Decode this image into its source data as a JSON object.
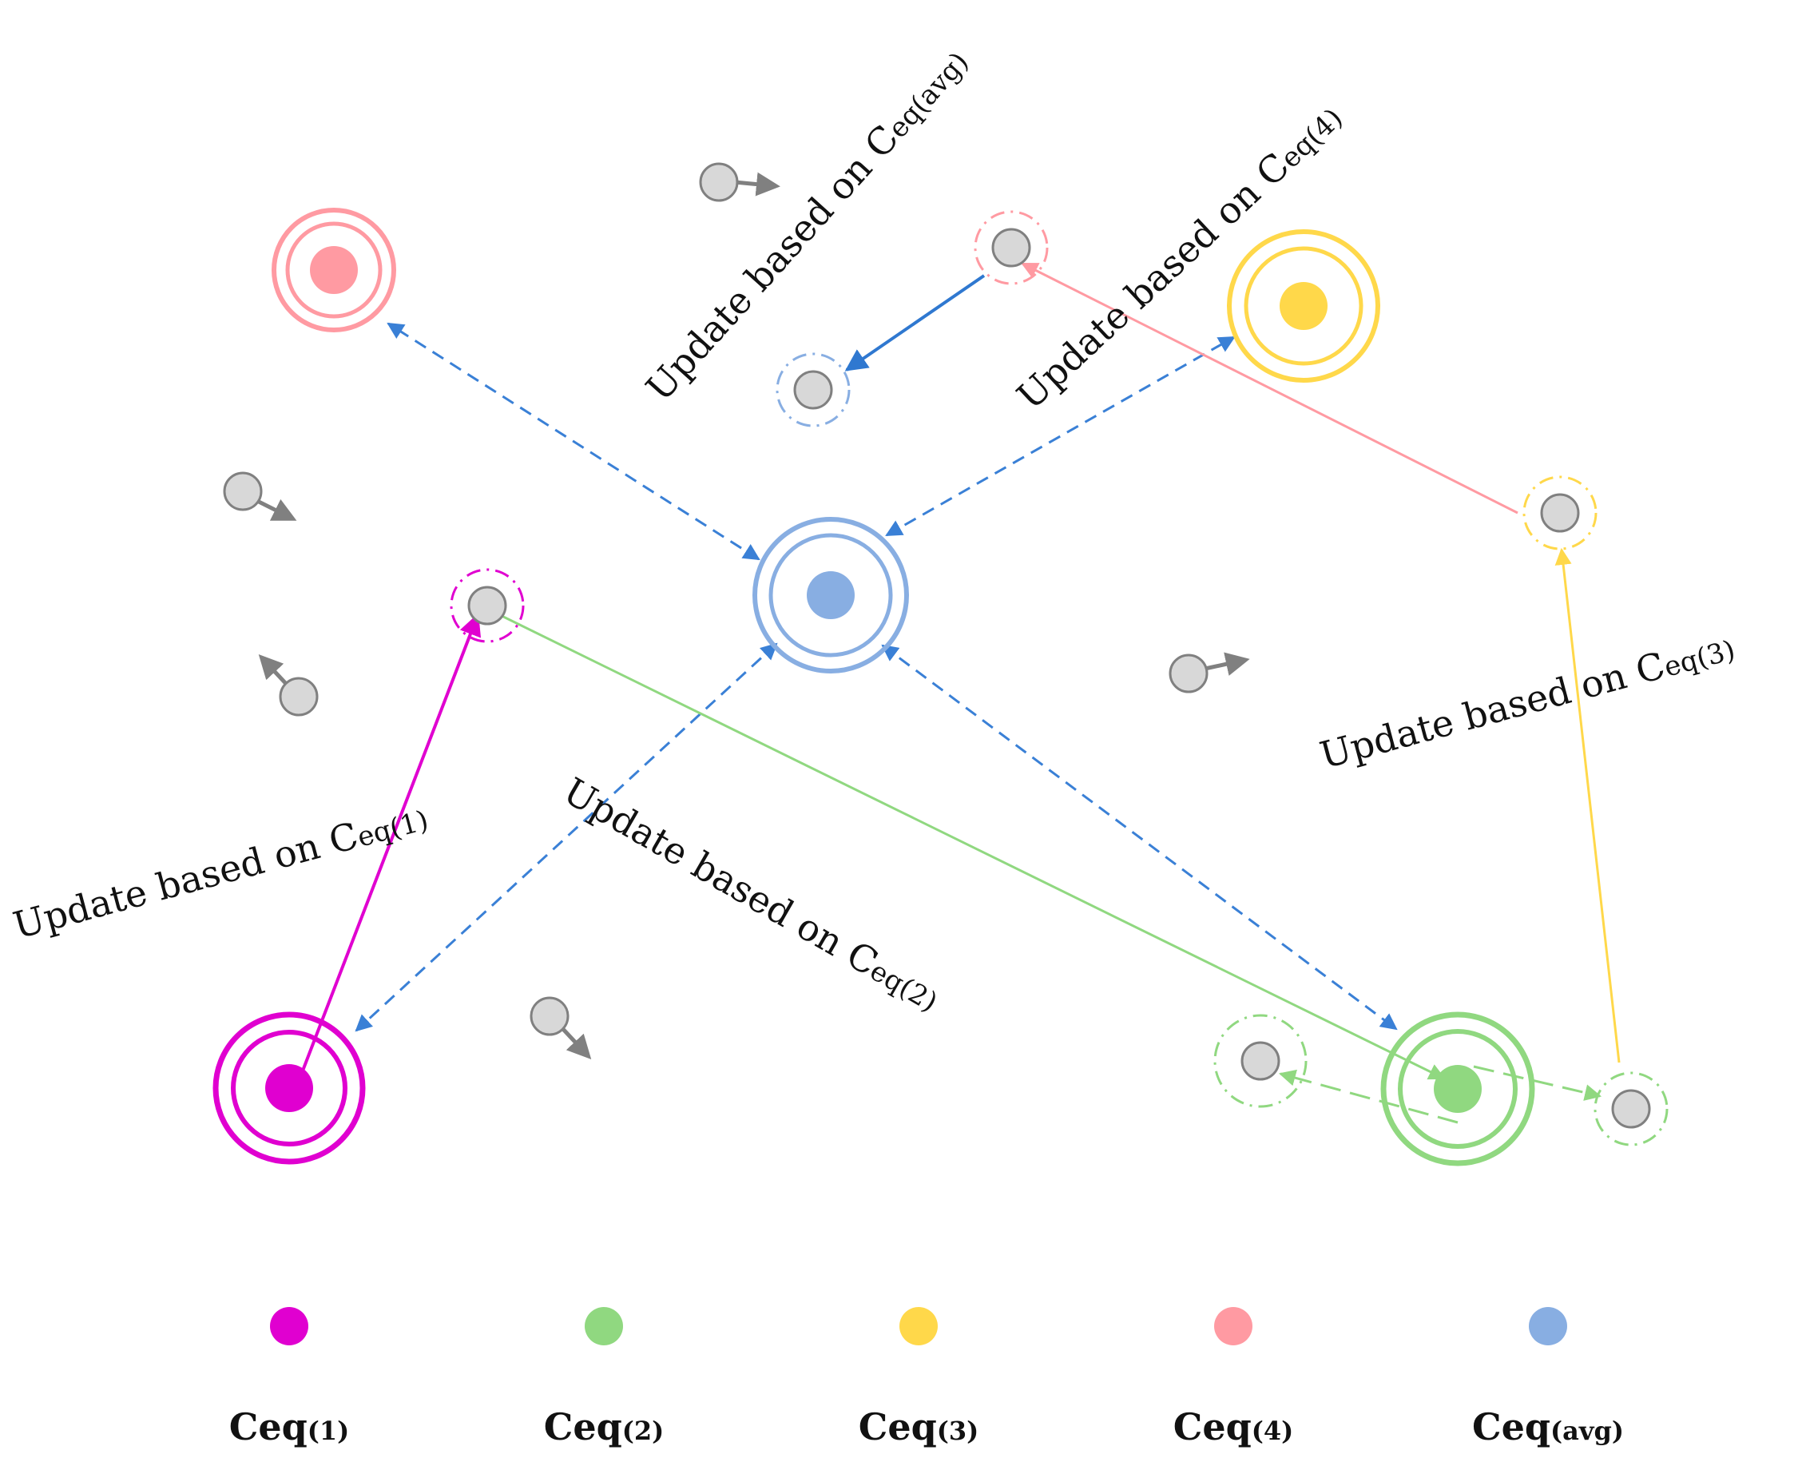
{
  "colors": {
    "ceq1": "#E000D0",
    "ceq2": "#90D880",
    "ceq3": "#FFD84A",
    "ceq4": "#FF9AA2",
    "ceqavg": "#88AEE2",
    "particle_fill": "#D8D8D8",
    "particle_stroke": "#808080",
    "arrow_dark_blue": "#2F78D0",
    "arrow_dashed_blue": "#3A80D6"
  },
  "annotations": {
    "update_avg": {
      "prefix": "Update based on C",
      "sub": "eq(avg)"
    },
    "update_4": {
      "prefix": "Update based on C",
      "sub": "eq(4)"
    },
    "update_3": {
      "prefix": "Update based on C",
      "sub": "eq(3)"
    },
    "update_1": {
      "prefix": "Update based on C",
      "sub": "eq(1)"
    },
    "update_2": {
      "prefix": "Update based on C",
      "sub": "eq(2)"
    }
  },
  "legend": [
    {
      "key": "ceq1",
      "main": "Ceq",
      "sub": "(1)"
    },
    {
      "key": "ceq2",
      "main": "Ceq",
      "sub": "(2)"
    },
    {
      "key": "ceq3",
      "main": "Ceq",
      "sub": "(3)"
    },
    {
      "key": "ceq4",
      "main": "Ceq",
      "sub": "(4)"
    },
    {
      "key": "ceqavg",
      "main": "Ceq",
      "sub": "(avg)"
    }
  ]
}
